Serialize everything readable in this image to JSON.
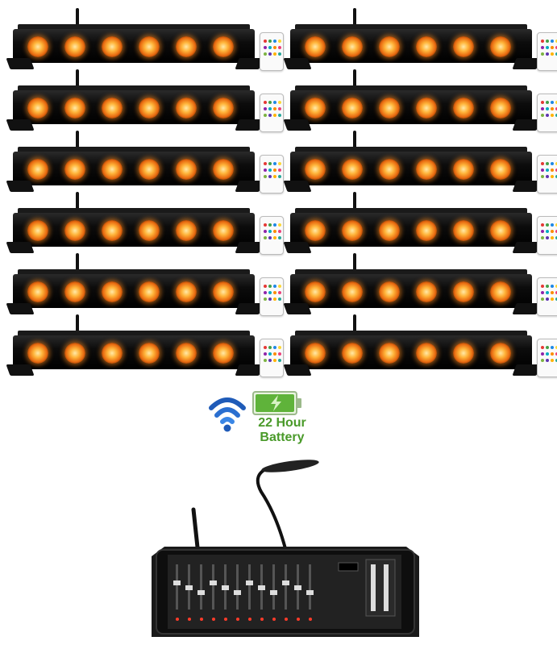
{
  "badge": {
    "battery_line1": "22 Hour",
    "battery_line2": "Battery"
  },
  "icons": {
    "wireless": "wifi-icon",
    "battery": "battery-charging-icon"
  },
  "colors": {
    "led": "#ff9a2a",
    "battery_green": "#4a9a2a",
    "wifi_blue": "#1f5bb8",
    "bar_body": "#111111"
  },
  "products": {
    "light_bar_count": 12,
    "console_count": 1
  }
}
